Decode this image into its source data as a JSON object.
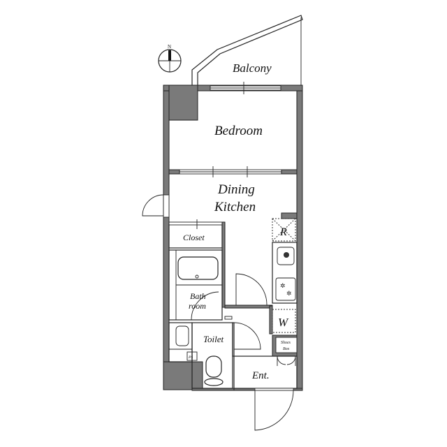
{
  "compass": {
    "north_label": "N"
  },
  "rooms": {
    "balcony": "Balcony",
    "bedroom": "Bedroom",
    "dining_line1": "Dining",
    "dining_line2": "Kitchen",
    "closet": "Closet",
    "bath_line1": "Bath",
    "bath_line2": "room",
    "toilet": "Toilet",
    "entrance": "Ent."
  },
  "fixtures": {
    "refrigerator": "R",
    "washer": "W",
    "shoes_line1": "Shoes",
    "shoes_line2": "Box",
    "pipe_space": "PS"
  },
  "colors": {
    "wall": "#7a7a7a",
    "line": "#222222"
  }
}
